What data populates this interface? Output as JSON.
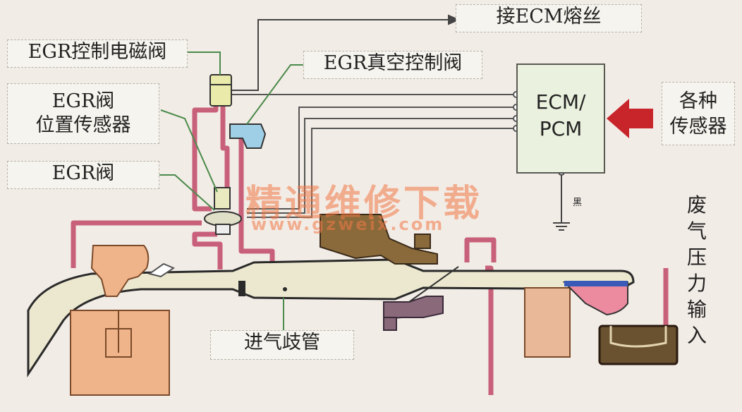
{
  "labels": {
    "fuse": "接ECM熔丝",
    "egr_solenoid": "EGR控制电磁阀",
    "egr_vacuum_valve": "EGR真空控制阀",
    "egr_position_sensor_line1": "EGR阀",
    "egr_position_sensor_line2": "位置传感器",
    "egr_valve": "EGR阀",
    "ecm_line1": "ECM/",
    "ecm_line2": "PCM",
    "sensors_line1": "各种",
    "sensors_line2": "传感器",
    "ground": "黑",
    "exhaust_pressure_input": "废气压力输入",
    "intake_manifold": "进气歧管"
  },
  "watermark": {
    "text": "精通维修下载",
    "url": "www.gzweix.com"
  },
  "colors": {
    "hose": "#c8607a",
    "manifold": "#ece8cf",
    "engine": "#f0b48a",
    "ecm_fill": "#eaf1de",
    "arrow": "#c8252b",
    "throttle_body": "#8a6a3a",
    "sensor_blue": "#9fcfe6",
    "map_sensor": "#7a5a6a",
    "canister": "#6a5230"
  }
}
